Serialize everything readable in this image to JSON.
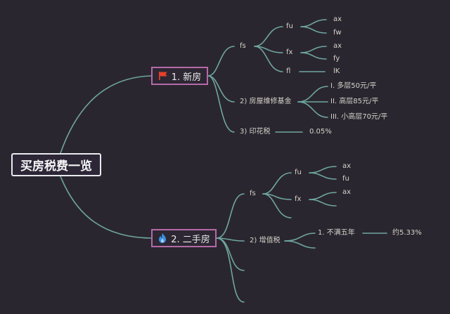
{
  "root": {
    "label": "买房税费一览"
  },
  "branch_new": {
    "label": "1. 新房",
    "icon": "red-flag-icon",
    "children": {
      "a": {
        "label": "fs",
        "sub1": {
          "label": "fu",
          "leaves": [
            "ax",
            "fw"
          ]
        },
        "sub2": {
          "label": "fx",
          "leaves": [
            "ax",
            "fy"
          ]
        },
        "sub3": {
          "label": "fl",
          "value": "lK"
        }
      },
      "b": {
        "label": "2) 房屋维修基金",
        "items": [
          "I. 多层50元/平",
          "II. 高层85元/平",
          "III. 小高层70元/平"
        ]
      },
      "c": {
        "label": "3) 印花税",
        "value": "0.05%"
      }
    }
  },
  "branch_second": {
    "label": "2. 二手房",
    "icon": "flame-icon",
    "children": {
      "a": {
        "label": "fs",
        "sub1": {
          "label": "fu",
          "leaves": [
            "ax",
            "fu"
          ]
        },
        "sub2": {
          "label": "fx",
          "leaves": [
            "ax"
          ]
        }
      },
      "b": {
        "label": "2) 增值税",
        "item": "1. 不满五年",
        "value": "约5.33%"
      }
    }
  },
  "colors": {
    "background": "#2a2630",
    "connector": "#6fa7a0",
    "main_border": "#b56aa7",
    "flag": "#e8402c",
    "flame": "#3d8fe0"
  }
}
